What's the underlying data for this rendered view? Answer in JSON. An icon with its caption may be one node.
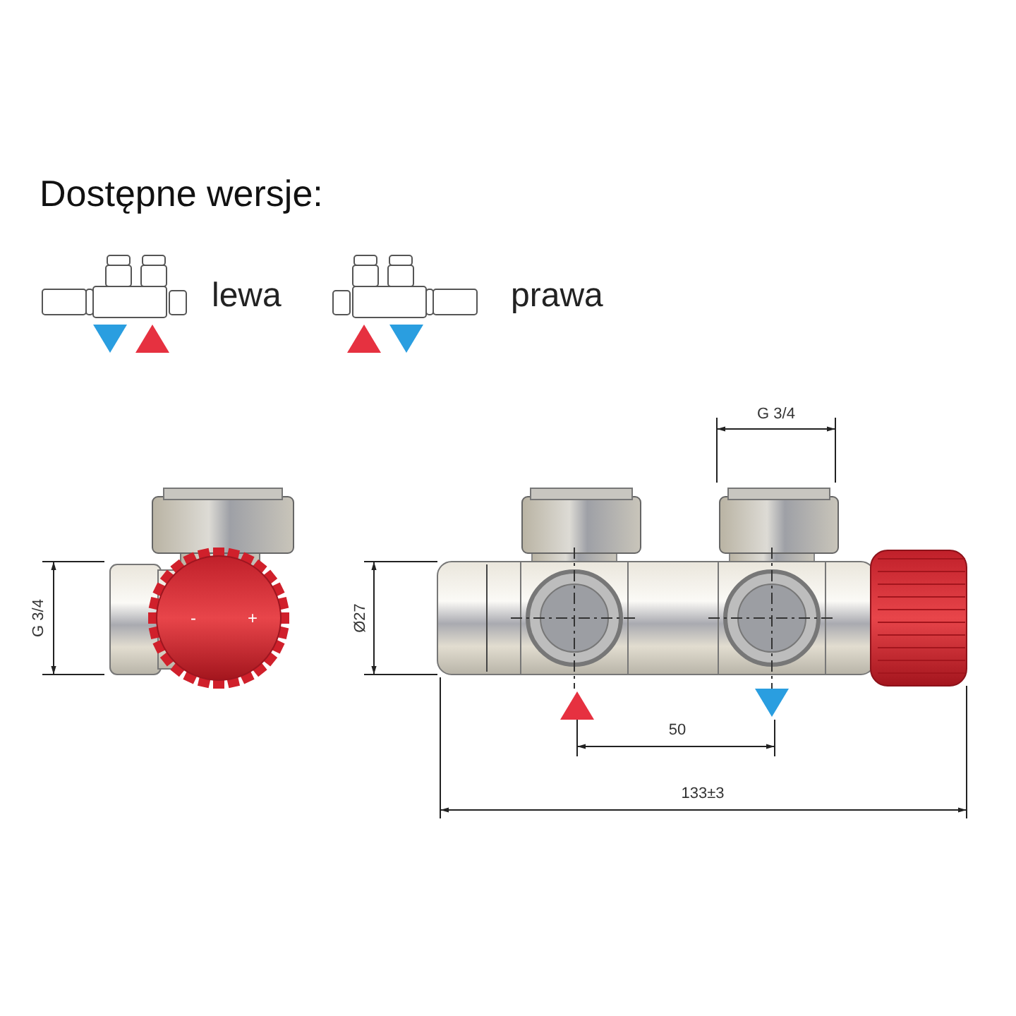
{
  "diagram": {
    "title": "Dostępne wersje:",
    "labels": [
      "lewa",
      "prawa",
      "G 3/4",
      "G 3/4",
      "Ø27",
      "-",
      "+",
      "50",
      "133±3"
    ]
  }
}
